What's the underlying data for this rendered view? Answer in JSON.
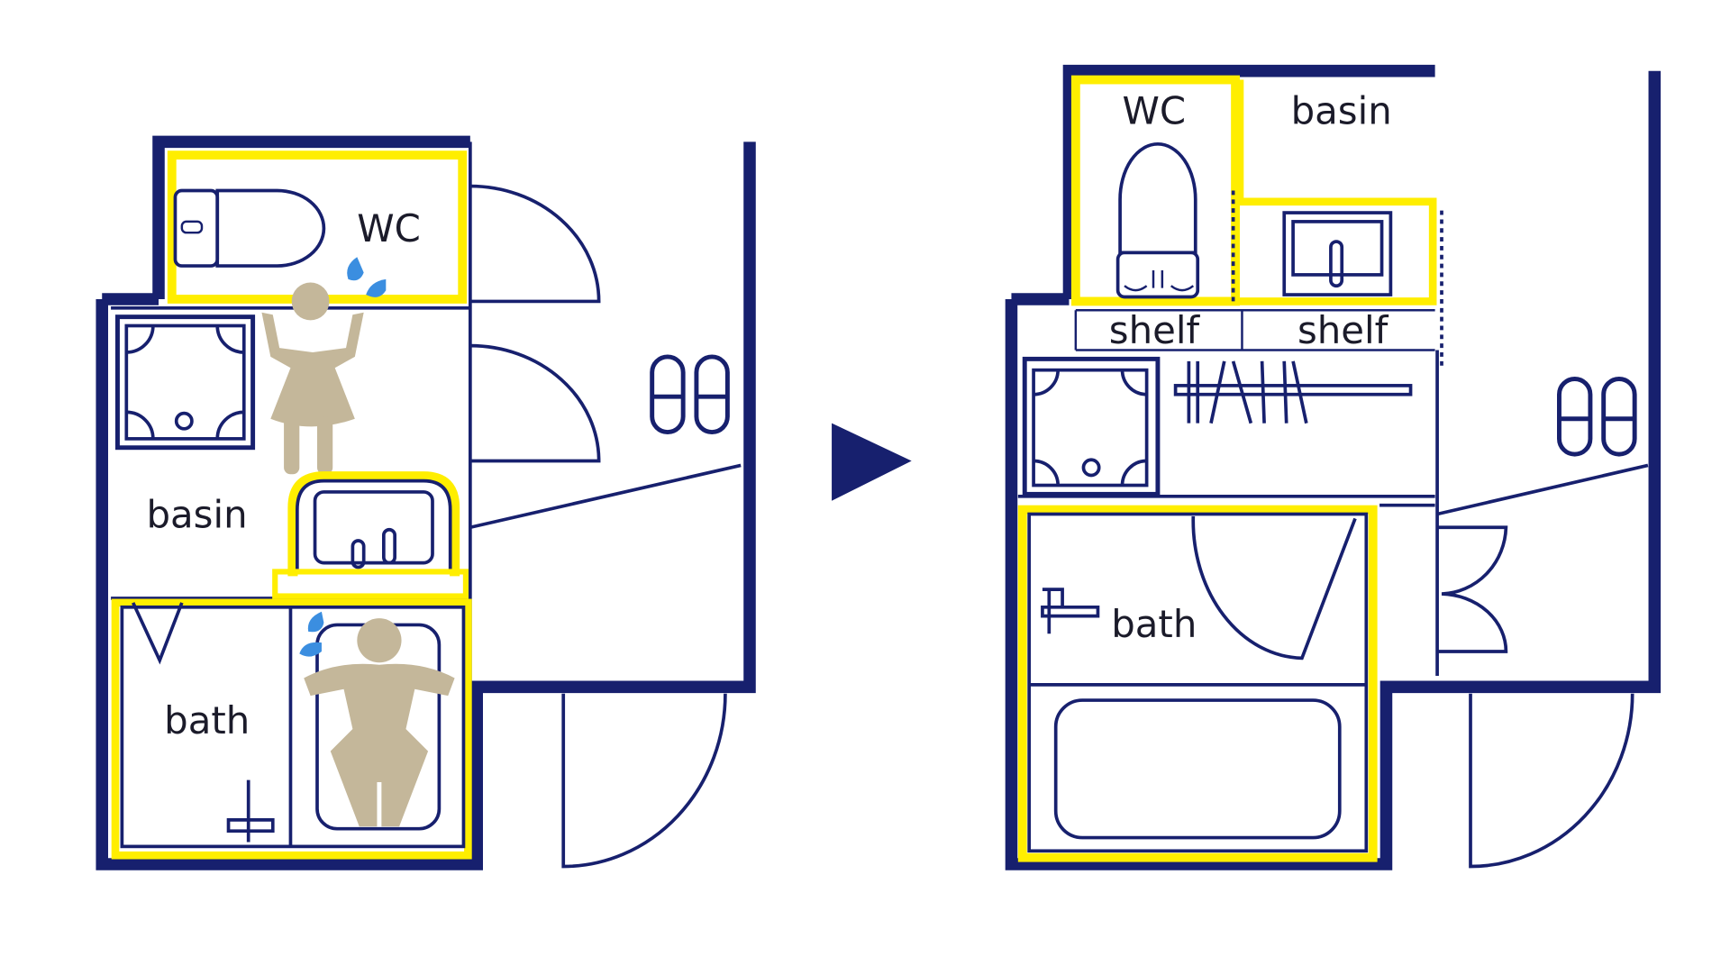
{
  "colors": {
    "wall": "#17206e",
    "highlight": "#ffee00",
    "figure": "#c4b79a",
    "water": "#3b8ee0"
  },
  "before": {
    "labels": {
      "wc": "WC",
      "basin": "basin",
      "bath": "bath"
    }
  },
  "after": {
    "labels": {
      "wc": "WC",
      "basin": "basin",
      "shelf_left": "shelf",
      "shelf_right": "shelf",
      "bath": "bath"
    }
  },
  "arrow_icon": "play-triangle-right",
  "icons": [
    "toilet-icon",
    "washing-machine-icon",
    "sink-icon",
    "slippers-icon",
    "person-icon",
    "water-drop-icon",
    "faucet-icon",
    "hanger-rail-icon"
  ]
}
